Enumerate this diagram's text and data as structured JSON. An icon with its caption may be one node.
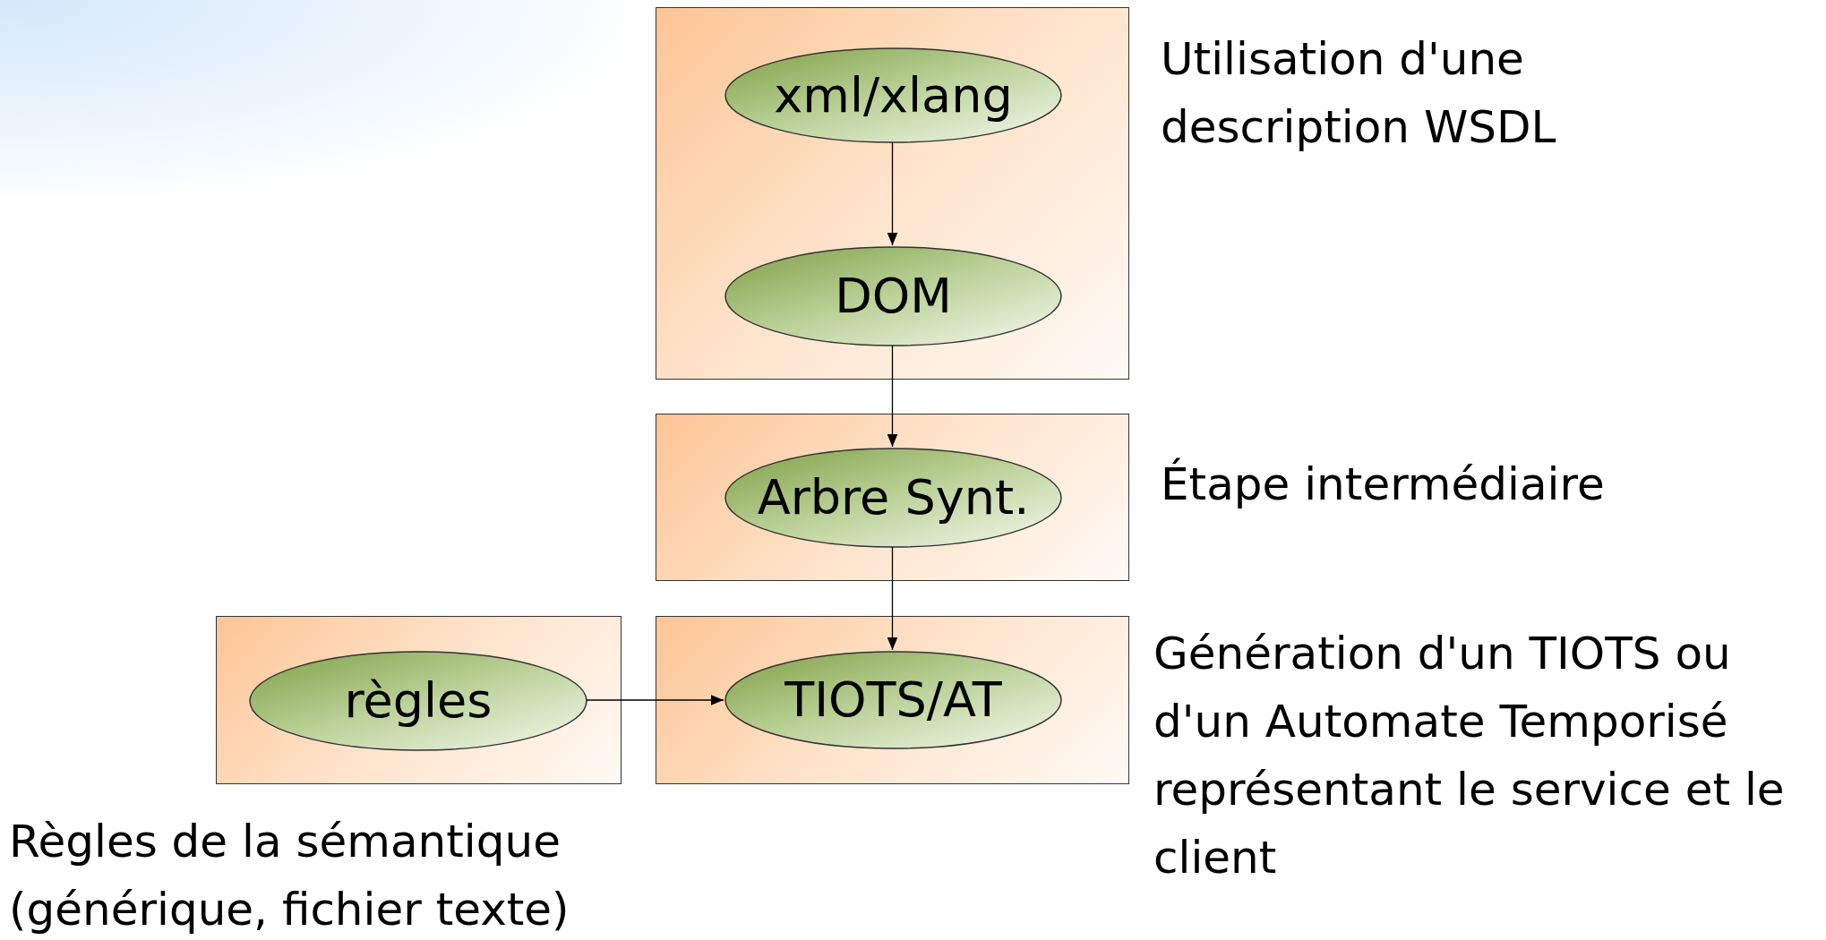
{
  "diagram": {
    "nodes": [
      {
        "text": [],
        "shape": "box",
        "beside": [
          "Utilisation d'une description WSDL"
        ]
      },
      {
        "text": [
          "xml/xlang"
        ],
        "in": 0
      },
      {
        "text": [
          "DOM"
        ],
        "in": 0
      },
      {
        "text": [],
        "shape": "box",
        "beside": [
          "Étape intermédiaire"
        ]
      },
      {
        "text": [
          "Arbre Synt."
        ],
        "in": 3
      },
      {
        "text": [],
        "shape": "box",
        "beside": [
          "Règles de la sémantique (générique, fichier texte)"
        ]
      },
      {
        "text": [
          "règles"
        ],
        "in": 5
      },
      {
        "text": [],
        "shape": "box",
        "beside": [
          "Génération d'un TIOTS ou d'un Automate Temporisé représentant le service et le client"
        ]
      },
      {
        "text": [
          "TIOTS/AT"
        ],
        "in": 7
      }
    ],
    "edges": [
      {
        "from": 1,
        "to": 2,
        "arrow": "to"
      },
      {
        "from": 2,
        "to": 4,
        "arrow": "to"
      },
      {
        "from": 4,
        "to": 8,
        "arrow": "to"
      },
      {
        "from": 6,
        "to": 8,
        "arrow": "to"
      }
    ]
  }
}
